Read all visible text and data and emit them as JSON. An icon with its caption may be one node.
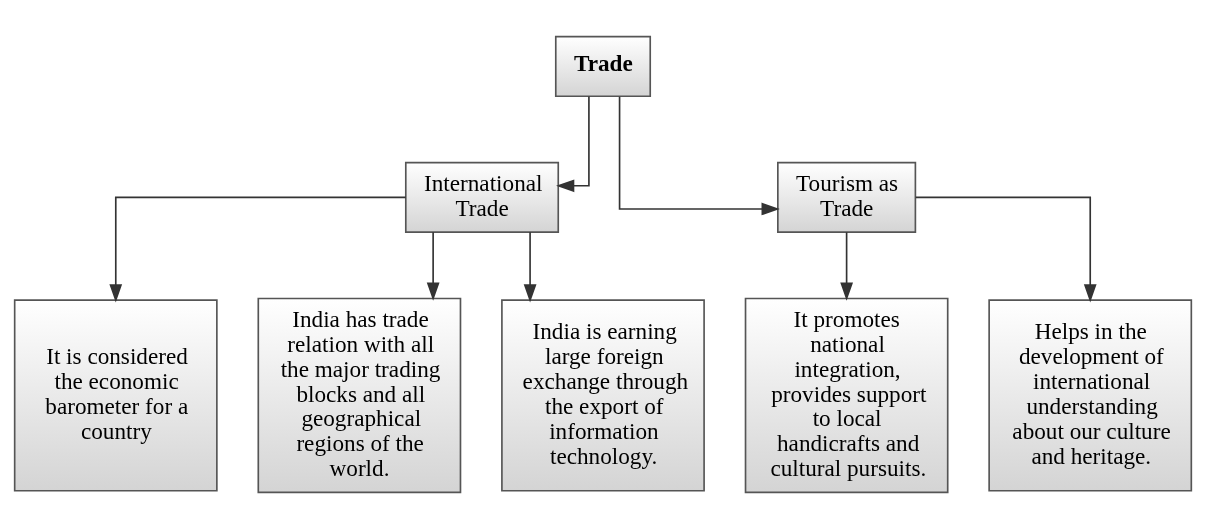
{
  "diagram": {
    "nodes": [
      {
        "text": [
          "Trade"
        ]
      },
      {
        "text": [
          "International Trade"
        ]
      },
      {
        "text": [
          "Tourism as Trade"
        ]
      },
      {
        "text": [
          "It is considered the economic barometer for a country"
        ]
      },
      {
        "text": [
          "India has trade relation with all the major trading blocks and all geographical regions of the world."
        ]
      },
      {
        "text": [
          "India is earning large foreign exchange through the export of information technology."
        ]
      },
      {
        "text": [
          "It promotes national integration, provides support to local handicrafts and cultural pursuits."
        ]
      },
      {
        "text": [
          "Helps in the development of international understanding about our culture and heritage."
        ]
      }
    ],
    "edges": [
      {
        "from": 0,
        "to": 1,
        "arrow": "to"
      },
      {
        "from": 0,
        "to": 2,
        "arrow": "to"
      },
      {
        "from": 1,
        "to": 3,
        "arrow": "to"
      },
      {
        "from": 1,
        "to": 4,
        "arrow": "to"
      },
      {
        "from": 1,
        "to": 5,
        "arrow": "to"
      },
      {
        "from": 2,
        "to": 6,
        "arrow": "to"
      },
      {
        "from": 2,
        "to": 7,
        "arrow": "to"
      }
    ]
  }
}
